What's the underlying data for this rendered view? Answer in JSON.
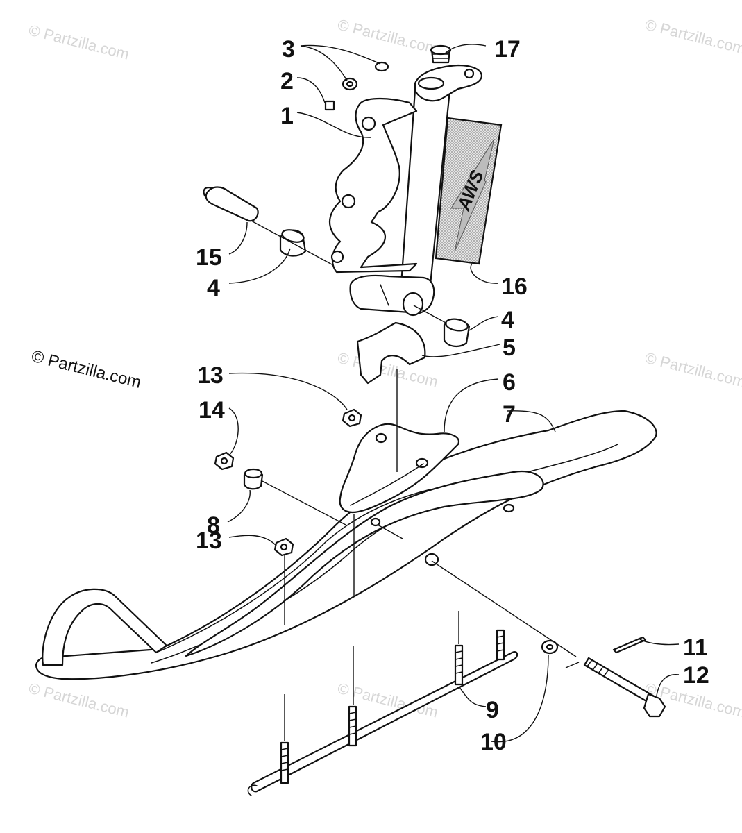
{
  "watermarks": {
    "corner_text": "© Partzilla.com",
    "main_text": "© Partzilla.com"
  },
  "badge": {
    "text": "AWS"
  },
  "callouts": {
    "c1": "1",
    "c2": "2",
    "c3": "3",
    "c4_left": "4",
    "c4_right": "4",
    "c5": "5",
    "c6": "6",
    "c7": "7",
    "c8": "8",
    "c9": "9",
    "c10": "10",
    "c11": "11",
    "c12": "12",
    "c13_upper": "13",
    "c13_lower": "13",
    "c14": "14",
    "c15": "15",
    "c16": "16",
    "c17": "17"
  },
  "colors": {
    "line": "#111111",
    "watermark": "#d6d6d6",
    "decal_fill": "#c8c8c8"
  }
}
